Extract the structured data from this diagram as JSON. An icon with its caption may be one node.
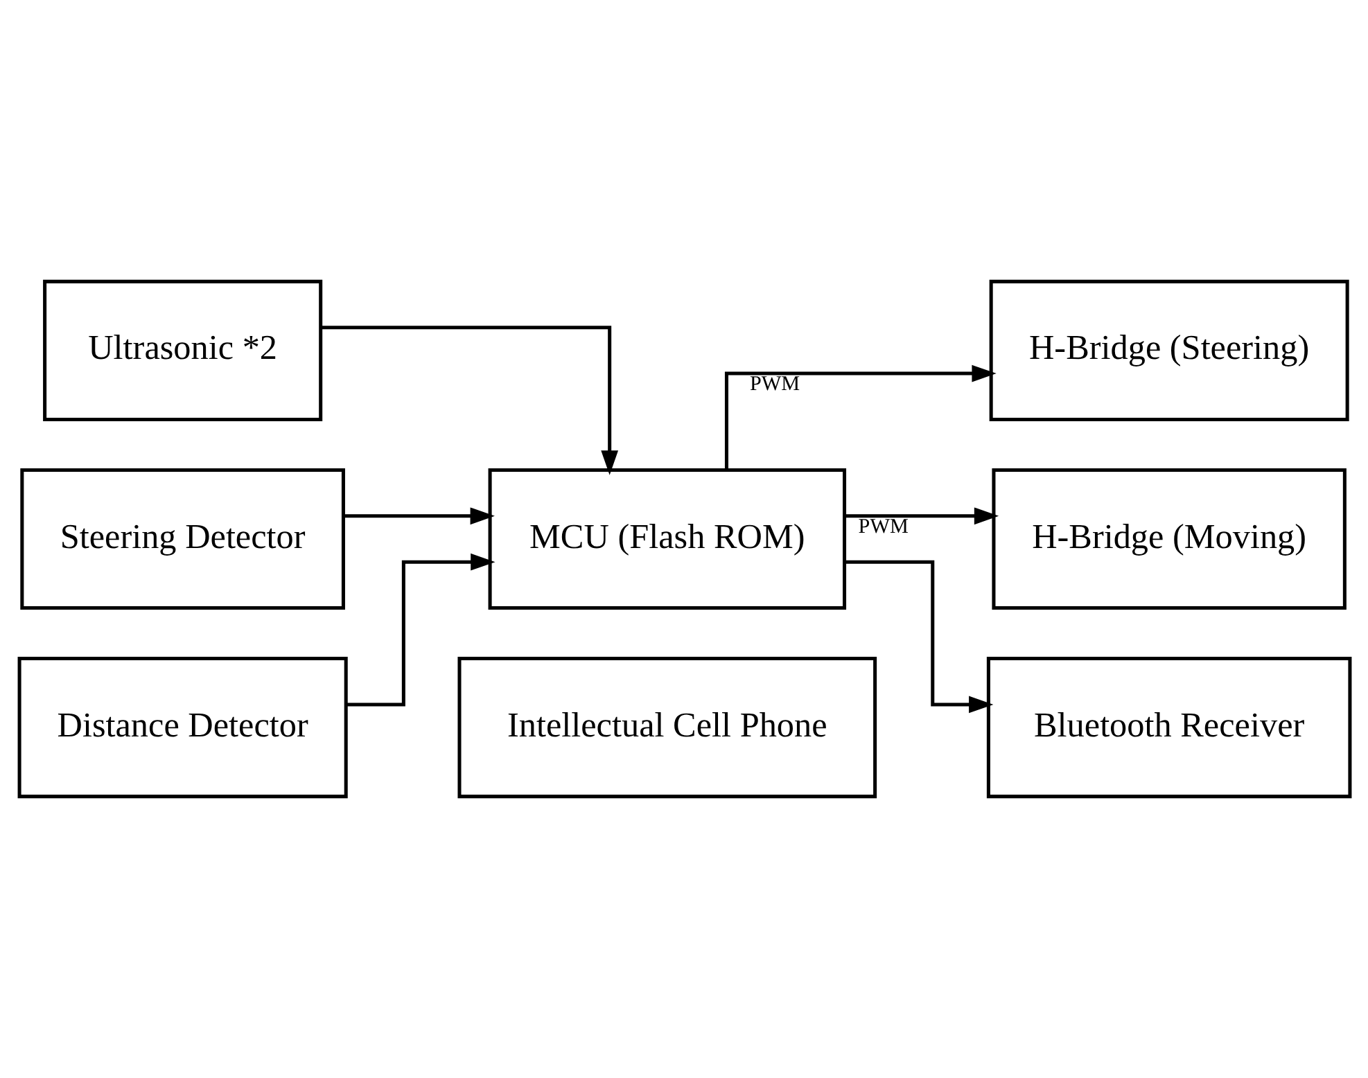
{
  "diagram": {
    "nodes": [
      {
        "text": [
          "Ultrasonic *2"
        ]
      },
      {
        "text": [
          "Steering Detector"
        ]
      },
      {
        "text": [
          "Distance Detector"
        ]
      },
      {
        "text": [
          "MCU (Flash ROM)"
        ]
      },
      {
        "text": [
          "H-Bridge (Steering)"
        ]
      },
      {
        "text": [
          "H-Bridge (Moving)"
        ]
      },
      {
        "text": [
          "Intellectual Cell Phone"
        ]
      },
      {
        "text": [
          "Bluetooth Receiver"
        ]
      }
    ],
    "edges": [
      {
        "from": 0,
        "to": 3,
        "arrow": "to"
      },
      {
        "from": 1,
        "to": 3,
        "arrow": "to"
      },
      {
        "from": 2,
        "to": 3,
        "arrow": "to"
      },
      {
        "from": 3,
        "to": 4,
        "arrow": "to",
        "label": "PWM"
      },
      {
        "from": 3,
        "to": 5,
        "arrow": "to",
        "label": "PWM"
      },
      {
        "from": 3,
        "to": 7,
        "arrow": "to"
      }
    ]
  }
}
